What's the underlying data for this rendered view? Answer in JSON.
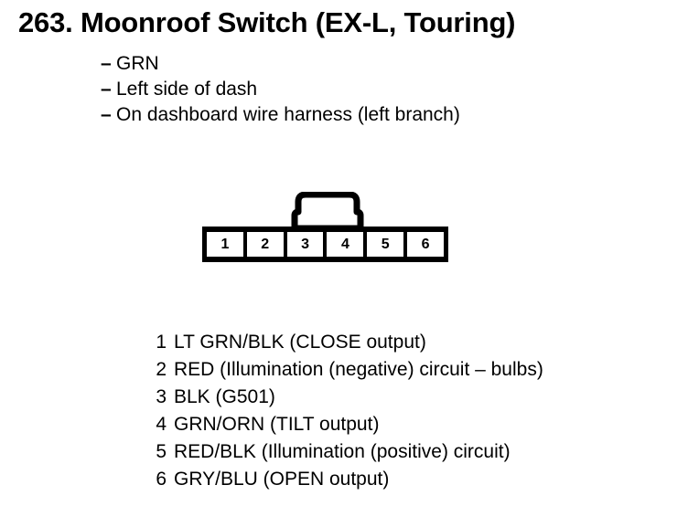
{
  "page": {
    "title": "263. Moonroof Switch (EX-L, Touring)",
    "item_number": "263.",
    "component_name": "Moonroof Switch (EX-L, Touring)"
  },
  "location": {
    "dash": "–",
    "items": [
      {
        "text": "GRN"
      },
      {
        "text": "Left side of dash"
      },
      {
        "text": "On dashboard wire harness (left branch)"
      }
    ]
  },
  "connector": {
    "latch_icon": "connector-latch-tab",
    "pin_count": 6,
    "pins": [
      {
        "number": "1"
      },
      {
        "number": "2"
      },
      {
        "number": "3"
      },
      {
        "number": "4"
      },
      {
        "number": "5"
      },
      {
        "number": "6"
      }
    ]
  },
  "legend": {
    "rows": [
      {
        "number": "1",
        "description": "LT GRN/BLK (CLOSE output)"
      },
      {
        "number": "2",
        "description": "RED (Illumination (negative) circuit – bulbs)"
      },
      {
        "number": "3",
        "description": "BLK (G501)"
      },
      {
        "number": "4",
        "description": "GRN/ORN (TILT output)"
      },
      {
        "number": "5",
        "description": "RED/BLK (Illumination (positive) circuit)"
      },
      {
        "number": "6",
        "description": "GRY/BLU (OPEN output)"
      }
    ]
  },
  "colors": {
    "ink": "#000000",
    "paper": "#ffffff"
  }
}
